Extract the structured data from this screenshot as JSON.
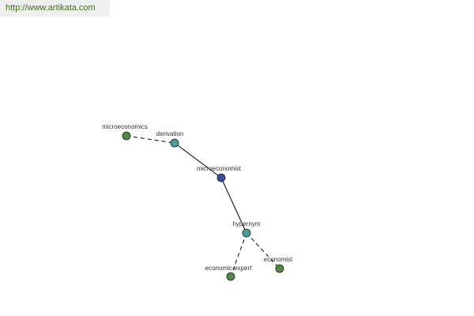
{
  "header": {
    "source_url": "http://www.artikata.com"
  },
  "graph": {
    "nodes": [
      {
        "id": "microeconomics",
        "label": "microeconomics",
        "kind": "leaf"
      },
      {
        "id": "derivation",
        "label": "derivation",
        "kind": "relation"
      },
      {
        "id": "microeconomist",
        "label": "microeconomist",
        "kind": "center"
      },
      {
        "id": "hypernym",
        "label": "hypernym",
        "kind": "relation"
      },
      {
        "id": "economic_expert",
        "label": "economic expert",
        "kind": "leaf"
      },
      {
        "id": "economist",
        "label": "economist",
        "kind": "leaf"
      }
    ],
    "edges": [
      {
        "from": "microeconomics",
        "to": "derivation",
        "style": "dashed"
      },
      {
        "from": "derivation",
        "to": "microeconomist",
        "style": "solid"
      },
      {
        "from": "microeconomist",
        "to": "hypernym",
        "style": "solid"
      },
      {
        "from": "hypernym",
        "to": "economic_expert",
        "style": "dashed"
      },
      {
        "from": "hypernym",
        "to": "economist",
        "style": "dashed"
      }
    ],
    "colors": {
      "center": "#3b4c9a",
      "relation": "#4a9a9a",
      "leaf": "#4e8a44",
      "stroke": "#222222",
      "edge": "#000000",
      "link_text": "#3f6f1a",
      "link_bg": "#efefef"
    }
  }
}
